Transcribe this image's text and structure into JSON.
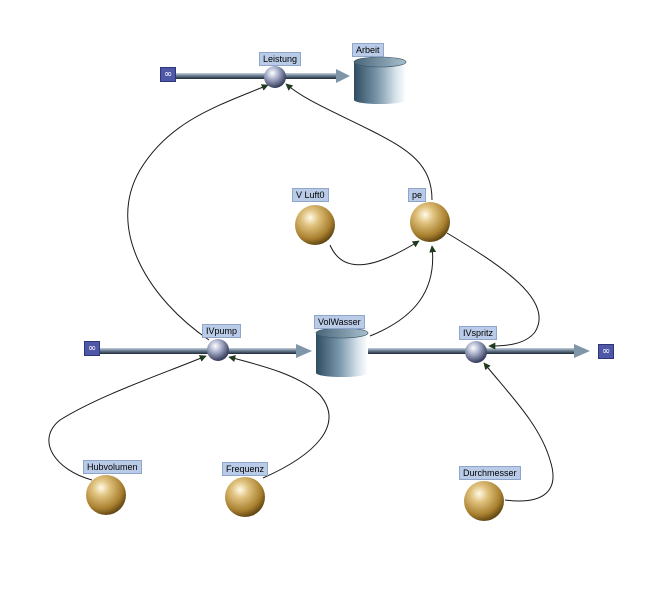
{
  "labels": {
    "leistung": "Leistung",
    "arbeit": "Arbeit",
    "vluft0": "V Luft0",
    "pe": "pe",
    "ivpump": "IVpump",
    "volwasser": "VolWasser",
    "ivspritz": "IVspritz",
    "hubvolumen": "Hubvolumen",
    "frequenz": "Frequenz",
    "durchmesser": "Durchmesser"
  },
  "infinity_symbol": "∞",
  "colors": {
    "label_bg": "#b9cbe6",
    "constant": "#c8a050",
    "valve": "#8f97b8",
    "stock": "#5f7d92",
    "infinity_bg": "#4f57a8"
  }
}
